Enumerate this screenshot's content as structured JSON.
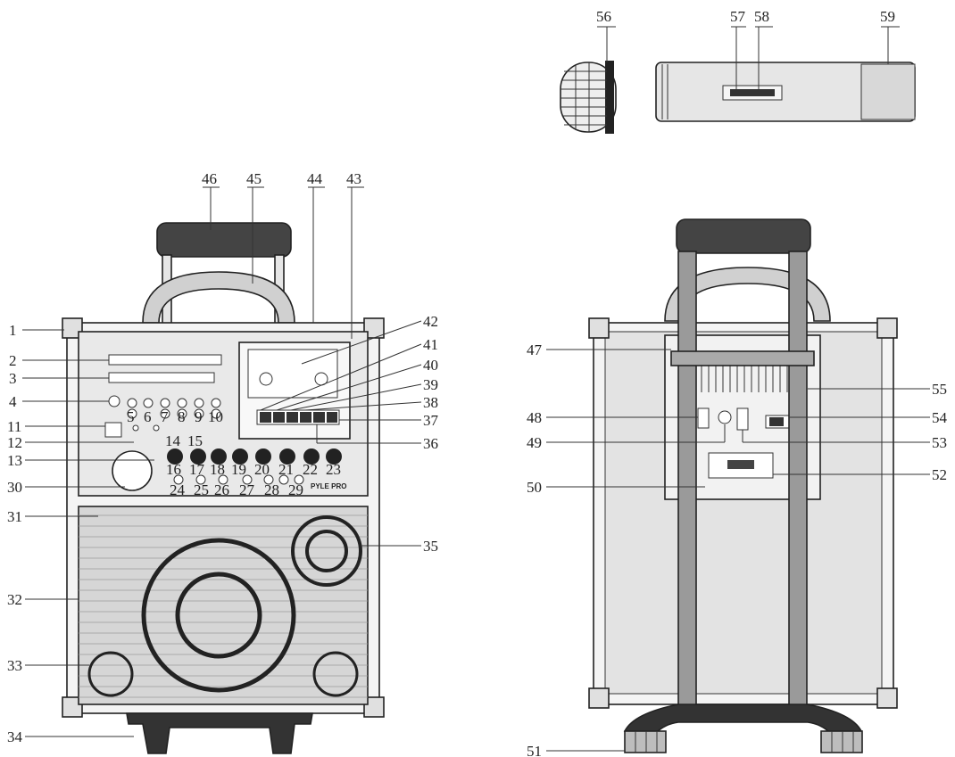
{
  "callouts": {
    "1": "1",
    "2": "2",
    "3": "3",
    "4": "4",
    "5": "5",
    "6": "6",
    "7": "7",
    "8": "8",
    "9": "9",
    "10": "10",
    "11": "11",
    "12": "12",
    "13": "13",
    "14": "14",
    "15": "15",
    "16": "16",
    "17": "17",
    "18": "18",
    "19": "19",
    "20": "20",
    "21": "21",
    "22": "22",
    "23": "23",
    "24": "24",
    "25": "25",
    "26": "26",
    "27": "27",
    "28": "28",
    "29": "29",
    "30": "30",
    "31": "31",
    "32": "32",
    "33": "33",
    "34": "34",
    "35": "35",
    "36": "36",
    "37": "37",
    "38": "38",
    "39": "39",
    "40": "40",
    "41": "41",
    "42": "42",
    "43": "43",
    "44": "44",
    "45": "45",
    "46": "46",
    "47": "47",
    "48": "48",
    "49": "49",
    "50": "50",
    "51": "51",
    "52": "52",
    "53": "53",
    "54": "54",
    "55": "55",
    "56": "56",
    "57": "57",
    "58": "58",
    "59": "59"
  },
  "brand_logo": "PYLE PRO",
  "colors": {
    "line": "#222222",
    "fill_light": "#e6e6e6",
    "fill_mid": "#cfcfcf",
    "fill_dark": "#444444",
    "background": "#ffffff"
  }
}
